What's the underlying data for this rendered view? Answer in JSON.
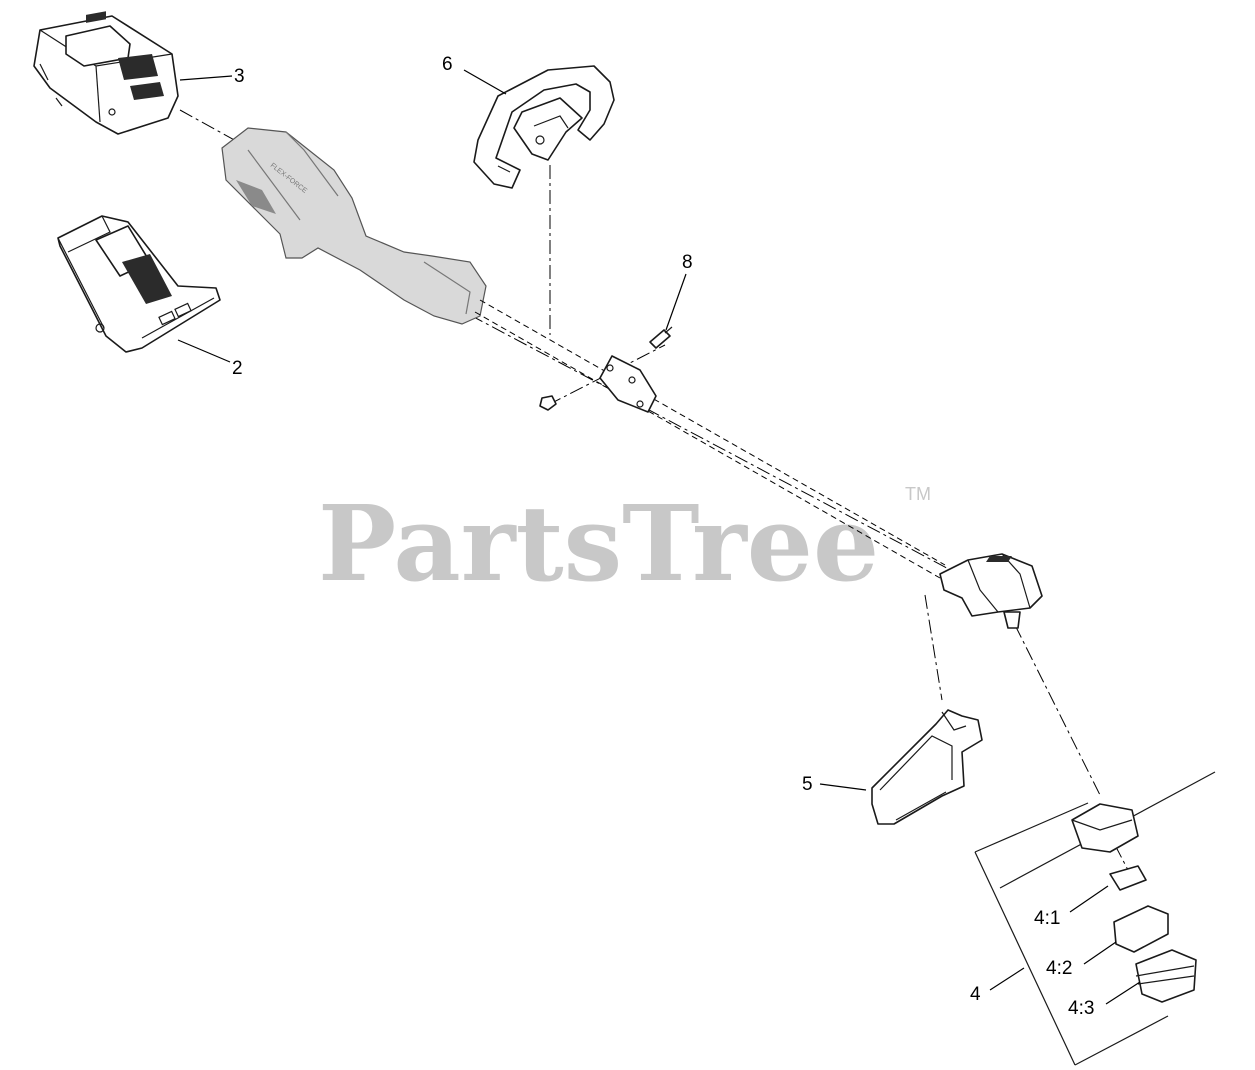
{
  "diagram": {
    "callouts": {
      "battery": "3",
      "charger": "2",
      "handle": "6",
      "bolt": "8",
      "guard": "5",
      "trimmer_head": "4",
      "spring": "4:1",
      "spool_cap": "4:2",
      "spool": "4:3"
    },
    "watermark": {
      "text": "PartsTree",
      "trademark": "TM"
    },
    "engine_label": "FLEX-FORCE"
  },
  "icons": [
    "battery-icon",
    "charger-icon",
    "handle-icon",
    "bolt-icon",
    "guard-icon",
    "spool-icon"
  ]
}
